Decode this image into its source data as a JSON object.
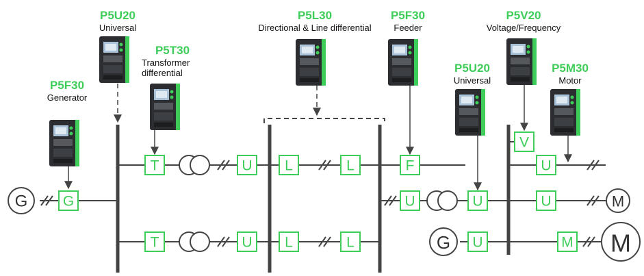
{
  "colors": {
    "accent": "#3dcd58",
    "line": "#444444",
    "device_body": "#2b2d30"
  },
  "relays": [
    {
      "code": "P5U20",
      "desc": "Universal"
    },
    {
      "code": "P5T30",
      "desc": "Transformer differential"
    },
    {
      "code": "P5F30",
      "desc": "Generator"
    },
    {
      "code": "P5L30",
      "desc": "Directional & Line differential"
    },
    {
      "code": "P5F30",
      "desc": "Feeder"
    },
    {
      "code": "P5U20",
      "desc": "Universal"
    },
    {
      "code": "P5V20",
      "desc": "Voltage/Frequency"
    },
    {
      "code": "P5M30",
      "desc": "Motor"
    }
  ],
  "function_boxes": {
    "T": "T",
    "U": "U",
    "L": "L",
    "F": "F",
    "G": "G",
    "V": "V",
    "M": "M"
  },
  "machines": {
    "generator": "G",
    "motor": "M"
  }
}
